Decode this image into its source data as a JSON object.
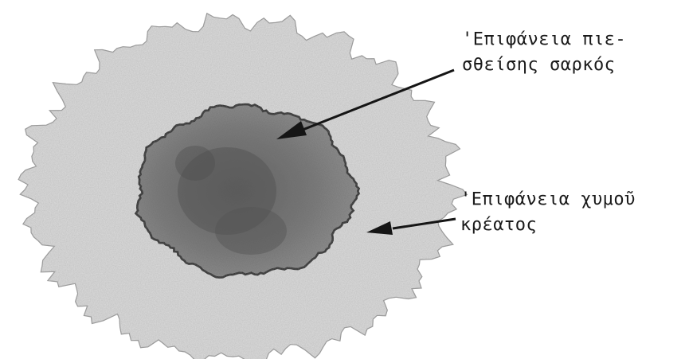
{
  "labels": {
    "pressed_flesh_area": {
      "line1": "'Επιφάνεια πιε-",
      "line2": "σθείσης σαρκός"
    },
    "meat_juice_area": {
      "line1": "'Επιφάνεια χυμοῦ",
      "line2": "κρέατος"
    }
  },
  "colors": {
    "outer_stain": "#dedede",
    "inner_stain": "#8a8a8a",
    "inner_core": "#6a6a6a",
    "outline": "#151515",
    "arrow": "#151515"
  }
}
